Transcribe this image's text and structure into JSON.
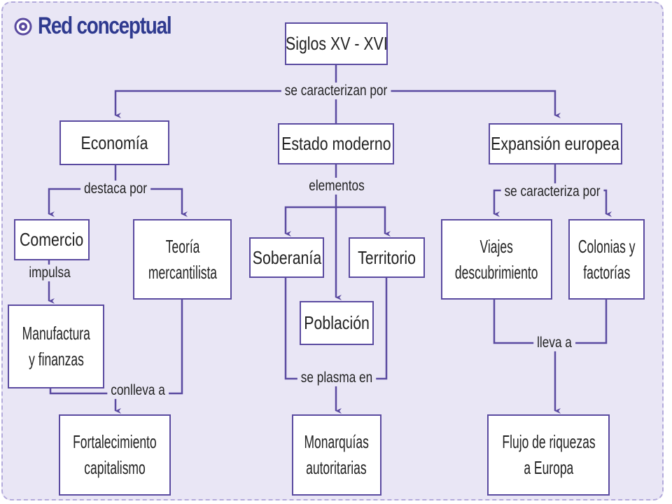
{
  "title": "Red conceptual",
  "colors": {
    "line": "#5a4aa0",
    "title": "#2f3a8f",
    "panel": "#e9e6f5"
  },
  "nodes": {
    "siglos": "Siglos XV - XVI",
    "economia": "Economía",
    "estado": "Estado moderno",
    "expansion": "Expansión europea",
    "comercio": "Comercio",
    "teoria": [
      "Teoría",
      "mercantilista"
    ],
    "soberania": "Soberanía",
    "territorio": "Territorio",
    "poblacion": "Población",
    "viajes": [
      "Viajes",
      "descubrimiento"
    ],
    "colonias": [
      "Colonias y",
      "factorías"
    ],
    "manufactura": [
      "Manufactura",
      "y finanzas"
    ],
    "fortalecimiento": [
      "Fortalecimiento",
      "capitalismo"
    ],
    "monarquias": [
      "Monarquías",
      "autoritarias"
    ],
    "flujo": [
      "Flujo de riquezas",
      "a Europa"
    ]
  },
  "labels": {
    "caracterizan": "se caracterizan por",
    "destaca": "destaca por",
    "elementos": "elementos",
    "caracteriza": "se caracteriza por",
    "impulsa": "impulsa",
    "conlleva": "conlleva a",
    "plasma": "se plasma en",
    "lleva": "lleva a"
  }
}
